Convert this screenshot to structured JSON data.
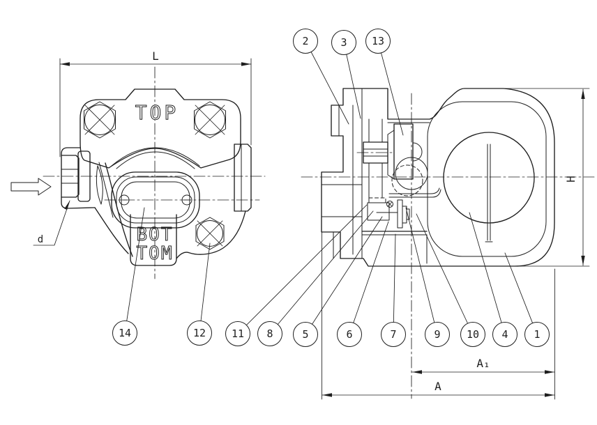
{
  "colors": {
    "line": "#1e1e1e",
    "background": "#ffffff"
  },
  "front_view": {
    "width_dim_label": "L",
    "top_marking": "TOP",
    "bottom_marking": [
      "BOT",
      "TOM"
    ],
    "inlet_size_label": "d",
    "balloons": [
      "14",
      "12"
    ]
  },
  "section_view": {
    "height_dim_label": "H",
    "face_to_end_dim_label": "A",
    "center_to_end_dim_label": "A₁",
    "balloons_top": [
      "2",
      "3",
      "13"
    ],
    "balloons_bottom": [
      "11",
      "8",
      "5",
      "6",
      "7",
      "9",
      "10",
      "4",
      "1"
    ]
  }
}
